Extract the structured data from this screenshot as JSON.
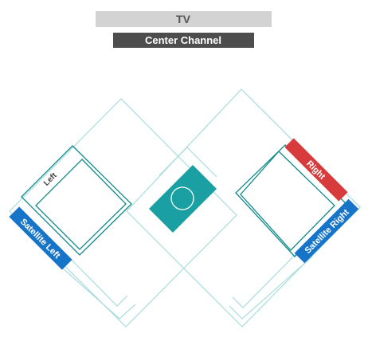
{
  "screen": {
    "tv_label": "TV",
    "center_label": "Center Channel"
  },
  "speakers": {
    "left_label": "Left",
    "satellite_left_label": "Satellite Left",
    "right_label": "Right",
    "satellite_right_label": "Satellite Right"
  },
  "colors": {
    "tv_bar": "#d3d3d3",
    "tv_text": "#555555",
    "center_bar": "#4d4d4d",
    "center_text": "#ffffff",
    "outline": "#a8dcdc",
    "zone_border": "#108a8a",
    "subwoofer": "#1aa0a2",
    "satellite_blue": "#1674c9",
    "right_red": "#d83b3b"
  },
  "icons": {
    "subwoofer": "circle-icon"
  }
}
